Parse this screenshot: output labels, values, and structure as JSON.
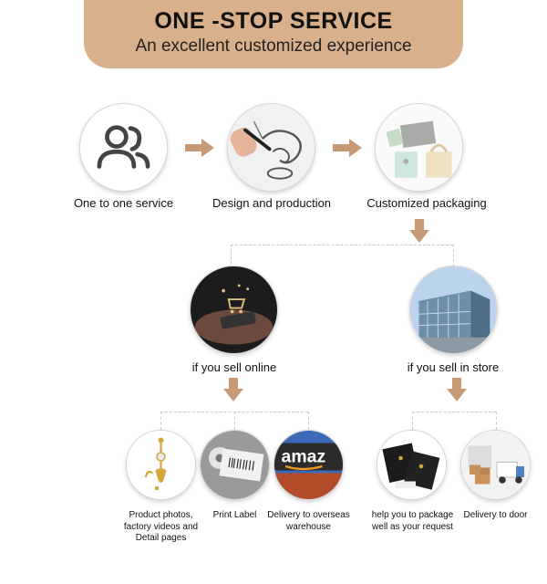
{
  "header": {
    "title": "ONE -STOP SERVICE",
    "subtitle": "An excellent customized experience"
  },
  "steps": [
    {
      "label": "One to one service",
      "icon": "users-icon"
    },
    {
      "label": "Design and production",
      "icon": "sketch-drawing-icon"
    },
    {
      "label": "Customized packaging",
      "icon": "gift-boxes-icon"
    }
  ],
  "branches": {
    "online": {
      "label": "if you sell online",
      "items": [
        {
          "label": "Product photos, factory videos and Detail pages"
        },
        {
          "label": "Print Label"
        },
        {
          "label": "Delivery to overseas warehouse",
          "sign_text": "amaz"
        }
      ]
    },
    "store": {
      "label": "if you sell in store",
      "items": [
        {
          "label": "help you to package well as your request"
        },
        {
          "label": "Delivery to door"
        }
      ]
    }
  },
  "colors": {
    "header_bg": "#d8b18c",
    "arrow": "#c79a76",
    "dashed_line": "#c9c9c9"
  }
}
